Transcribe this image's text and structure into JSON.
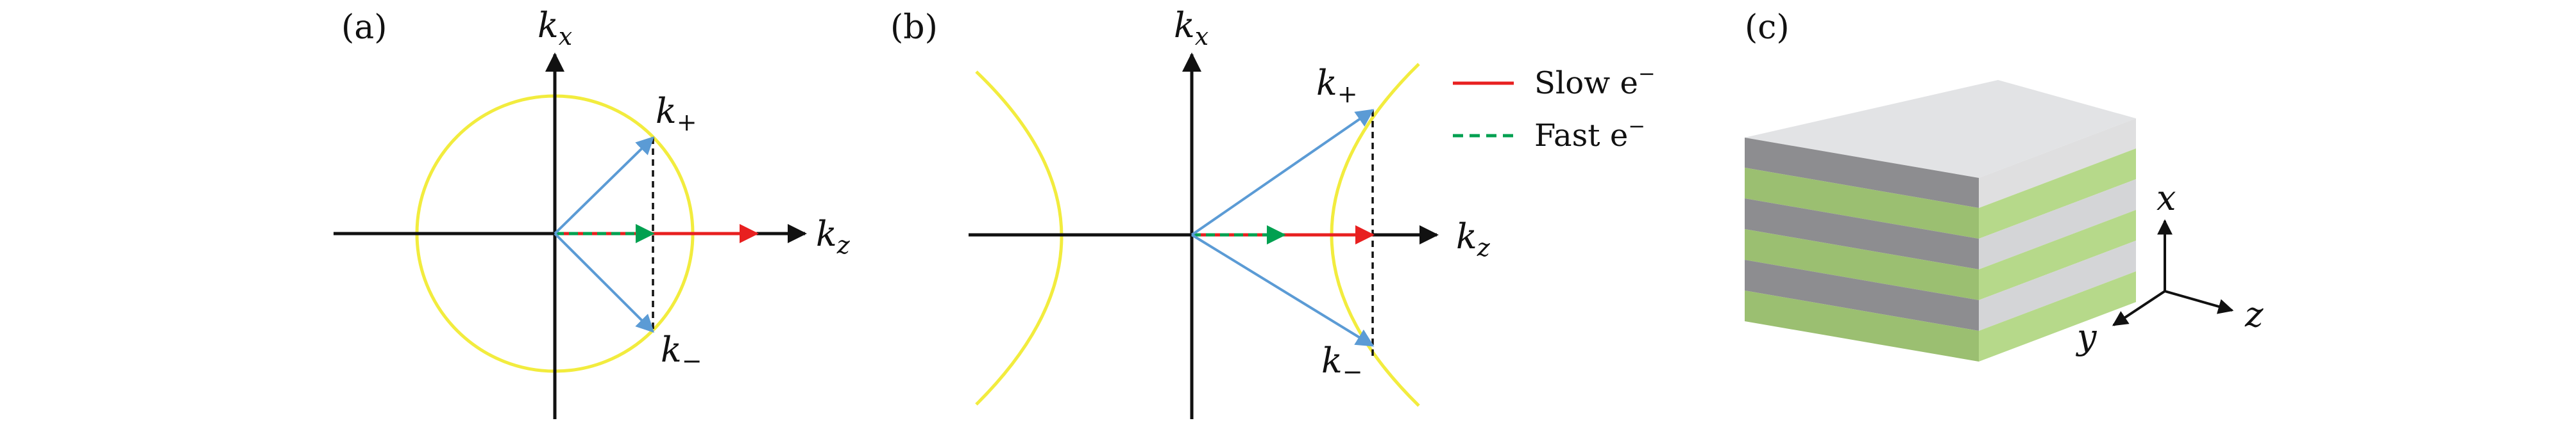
{
  "panels": {
    "a": {
      "label": "(a)",
      "axis_x": {
        "base": "k",
        "sub": "x"
      },
      "axis_z": {
        "base": "k",
        "sub": "z"
      },
      "k_plus": {
        "base": "k",
        "sub": "+"
      },
      "k_minus": {
        "base": "k",
        "sub": "−"
      }
    },
    "b": {
      "label": "(b)",
      "axis_x": {
        "base": "k",
        "sub": "x"
      },
      "axis_z": {
        "base": "k",
        "sub": "z"
      },
      "k_plus": {
        "base": "k",
        "sub": "+"
      },
      "k_minus": {
        "base": "k",
        "sub": "−"
      }
    },
    "c": {
      "label": "(c)",
      "axis_labels": {
        "x": "x",
        "y": "y",
        "z": "z"
      }
    }
  },
  "legend": [
    {
      "label": "Slow e",
      "sup": "−",
      "color": "#e82020",
      "style": "solid"
    },
    {
      "label": "Fast e",
      "sup": "−",
      "color": "#00a050",
      "style": "dashed"
    }
  ],
  "colors": {
    "isofrequency_curve": "#f2ec3e",
    "wavevector_blue": "#5b9bd5",
    "fast_electron_green": "#00a050",
    "slow_electron_red": "#e82020",
    "layer_dark_gray": "#8a8a8c",
    "layer_light_gray": "#d3d4d6",
    "layer_green": "#9bbf71",
    "layer_light_green": "#bcdc8e",
    "top_face": "#e2e3e5"
  }
}
